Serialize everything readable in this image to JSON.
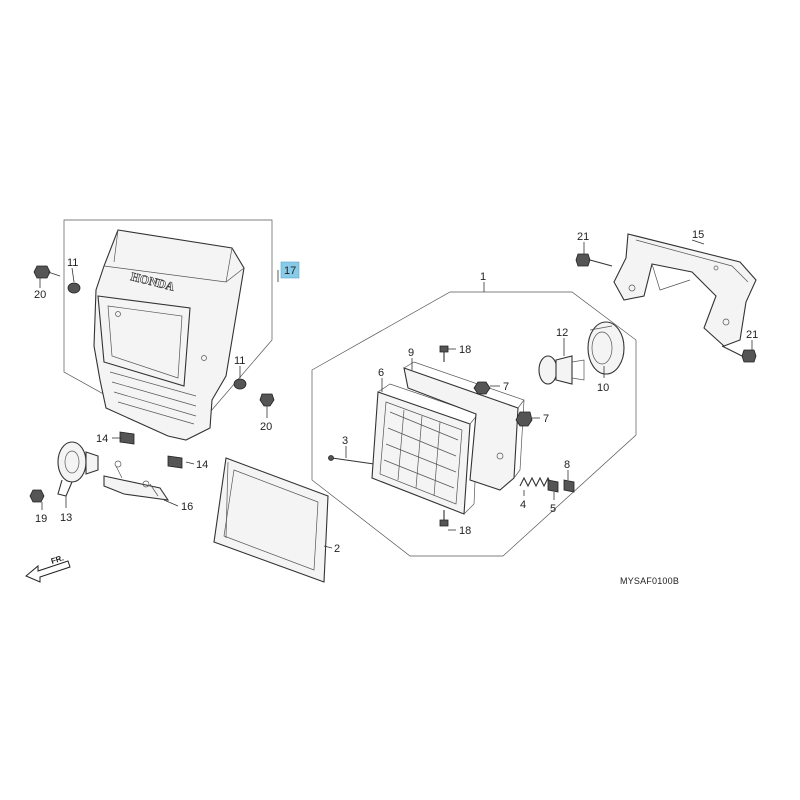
{
  "diagram_code": "MYSAF0100B",
  "front_indicator": "FR.",
  "cowl_brand": "HONDA",
  "highlight_color": "#87cbe9",
  "parts": [
    {
      "id": "p1",
      "number": "1"
    },
    {
      "id": "p2",
      "number": "2"
    },
    {
      "id": "p3",
      "number": "3"
    },
    {
      "id": "p4",
      "number": "4"
    },
    {
      "id": "p5",
      "number": "5"
    },
    {
      "id": "p6",
      "number": "6"
    },
    {
      "id": "p7a",
      "number": "7"
    },
    {
      "id": "p7b",
      "number": "7"
    },
    {
      "id": "p8",
      "number": "8"
    },
    {
      "id": "p9",
      "number": "9"
    },
    {
      "id": "p10",
      "number": "10"
    },
    {
      "id": "p11a",
      "number": "11"
    },
    {
      "id": "p11b",
      "number": "11"
    },
    {
      "id": "p12",
      "number": "12"
    },
    {
      "id": "p13",
      "number": "13"
    },
    {
      "id": "p14a",
      "number": "14"
    },
    {
      "id": "p14b",
      "number": "14"
    },
    {
      "id": "p15",
      "number": "15"
    },
    {
      "id": "p16",
      "number": "16"
    },
    {
      "id": "p17",
      "number": "17",
      "highlighted": true
    },
    {
      "id": "p18a",
      "number": "18"
    },
    {
      "id": "p18b",
      "number": "18"
    },
    {
      "id": "p19",
      "number": "19"
    },
    {
      "id": "p20a",
      "number": "20"
    },
    {
      "id": "p20b",
      "number": "20"
    },
    {
      "id": "p21a",
      "number": "21"
    },
    {
      "id": "p21b",
      "number": "21"
    }
  ]
}
